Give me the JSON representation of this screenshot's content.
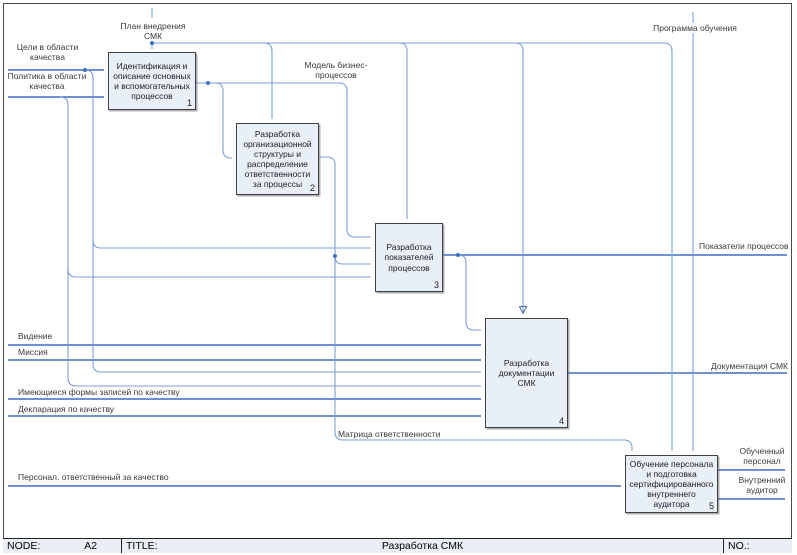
{
  "boxes": [
    {
      "num": "1",
      "label": "Идентификация и описание основных и вспомогательных процессов"
    },
    {
      "num": "2",
      "label": "Разработка организационной структуры и распределение ответственности за процессы"
    },
    {
      "num": "3",
      "label": "Разработка показателей процессов"
    },
    {
      "num": "4",
      "label": "Разработка документации СМК"
    },
    {
      "num": "5",
      "label": "Обучение персонала и подготовка сертифицированного внутреннего аудитора"
    }
  ],
  "labels": {
    "plan": "План внедрения СМК",
    "program": "Программа обучения",
    "goals": "Цели в области качества",
    "policy": "Политика в области качества",
    "vision": "Видение",
    "mission": "Миссия",
    "forms": "Имеющиеся формы записей по качеству",
    "declaration": "Декларация по качеству",
    "personnel": "Персонал. ответственный за качество",
    "model": "Модель бизнес-процессов",
    "matrix": "Матрица ответственности",
    "indicators": "Показатели процессов",
    "documentation": "Документация СМК",
    "trained": "Обученный персонал",
    "auditor": "Внутренний аудитор"
  },
  "footer": {
    "node_label": "NODE:",
    "node_value": "A2",
    "title_label": "TITLE:",
    "title_value": "Разработка СМК",
    "no_label": "NO.:"
  },
  "colors": {
    "arrow_bold": "#3f6fc1",
    "arrow_thin": "#7c9ed8",
    "box_fill": "#e9eff8",
    "box_border": "#404040",
    "footer_fill": "#eaeff6"
  }
}
